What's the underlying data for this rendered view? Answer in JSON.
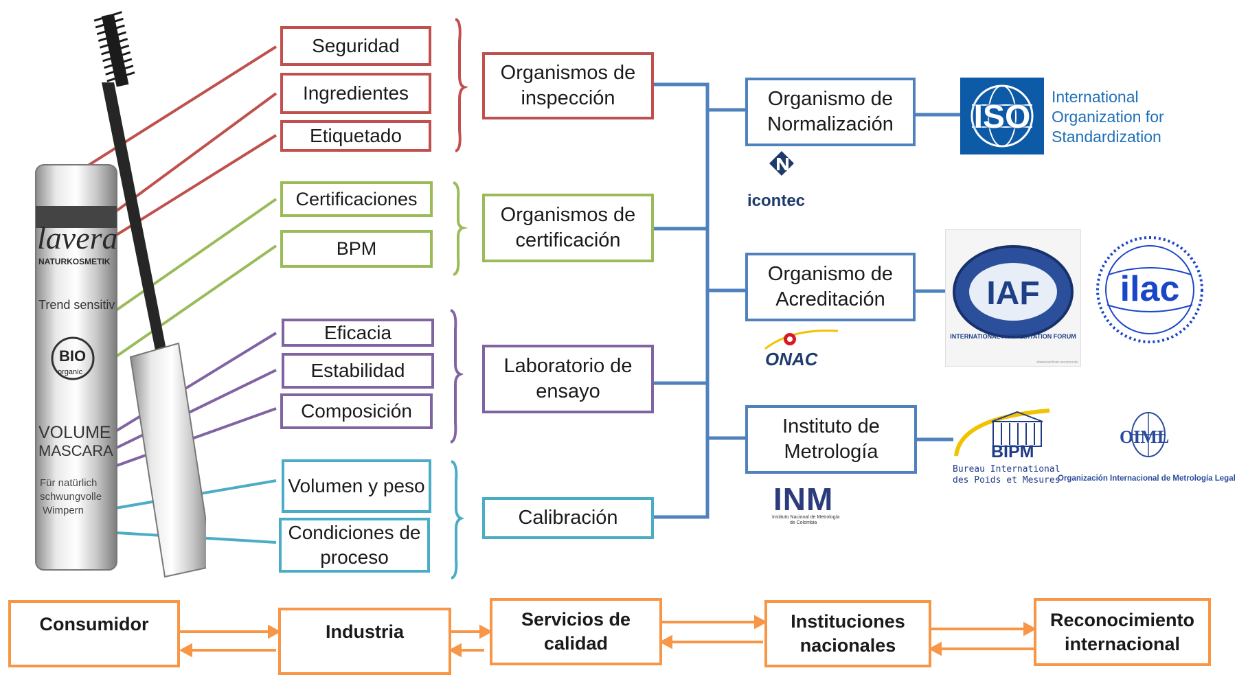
{
  "quality_aspects": {
    "red": [
      "Seguridad",
      "Ingredientes",
      "Etiquetado"
    ],
    "green": [
      "Certificaciones",
      "BPM"
    ],
    "purple": [
      "Eficacia",
      "Estabilidad",
      "Composición"
    ],
    "teal": [
      "Volumen y peso",
      "Condiciones de proceso"
    ]
  },
  "services": {
    "inspeccion": "Organismos de inspección",
    "certificacion": "Organismos de certificación",
    "laboratorio": "Laboratorio de ensayo",
    "calibracion": "Calibración"
  },
  "institutions": {
    "normalizacion": "Organismo de Normalización",
    "acreditacion": "Organismo de Acreditación",
    "metrologia": "Instituto de Metrología"
  },
  "logos": {
    "iso": {
      "mark": "ISO",
      "text": [
        "International",
        "Organization for",
        "Standardization"
      ]
    },
    "icontec": "icontec",
    "onac": "ONAC",
    "iaf": {
      "mark": "IAF",
      "ring": "INTERNATIONAL ACCREDITATION FORUM",
      "credit": "download from necsctor.de"
    },
    "ilac": "ilac",
    "bipm": {
      "mark": "BIPM",
      "text": [
        "Bureau International",
        "des Poids et Mesures"
      ]
    },
    "oiml": {
      "mark": "OIML",
      "text": "Organización Internacional de Metrología Legal"
    },
    "inm": {
      "mark": "INM",
      "text": [
        "Instituto Nacional de Metrología",
        "de Colombia"
      ]
    }
  },
  "product": {
    "brand": "lavera",
    "subbrand": "NATURKOSMETIK",
    "line": "Trend sensitiv",
    "badge": [
      "BIO",
      "organic"
    ],
    "name": [
      "VOLUME",
      "MASCARA"
    ],
    "tagline": [
      "Für natürlich",
      "schwungvolle",
      "Wimpern"
    ]
  },
  "chain": [
    "Consumidor",
    "Industria",
    "Servicios de calidad",
    "Instituciones nacionales",
    "Reconocimiento internacional"
  ],
  "colors": {
    "red": "#c0504d",
    "green": "#9bbb59",
    "purple": "#8064a2",
    "teal": "#4bacc6",
    "blue": "#4f81bd",
    "orange": "#f79646"
  }
}
